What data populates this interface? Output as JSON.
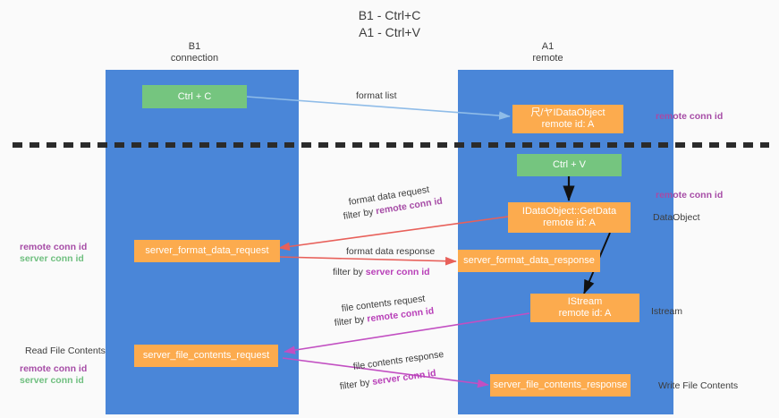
{
  "title": "B1 - Ctrl+C\nA1 - Ctrl+V",
  "colors": {
    "lane": "#4a86d8",
    "node_orange": "#fcab4e",
    "node_green": "#75c57f",
    "divider": "#2b2b2b",
    "arrow_blue": "#8fbce8",
    "arrow_red": "#e8605a",
    "arrow_magenta": "#c24fc2",
    "arrow_black": "#111111",
    "text_purple": "#a64ca6",
    "text_green": "#6fbf7f",
    "background": "#fafafa"
  },
  "lanes": [
    {
      "id": "b1",
      "header": "B1\nconnection"
    },
    {
      "id": "a1",
      "header": "A1\nremote"
    }
  ],
  "nodes": [
    {
      "id": "ctrl-c",
      "lane": "b1",
      "style": "green",
      "line1": "Ctrl + C",
      "line2": ""
    },
    {
      "id": "idataobject",
      "lane": "a1",
      "style": "orange",
      "line1": "尺/ヤIDataObject",
      "line2": "remote id: A"
    },
    {
      "id": "ctrl-v",
      "lane": "a1",
      "style": "green",
      "line1": "Ctrl + V",
      "line2": ""
    },
    {
      "id": "idataobject-getdata",
      "lane": "a1",
      "style": "orange",
      "line1": "IDataObject::GetData",
      "line2": "remote id: A"
    },
    {
      "id": "server-format-data-request",
      "lane": "b1",
      "style": "orange",
      "line1": "server_format_data_request",
      "line2": ""
    },
    {
      "id": "server-format-data-response",
      "lane": "a1",
      "style": "orange",
      "line1": "server_format_data_response",
      "line2": ""
    },
    {
      "id": "istream",
      "lane": "a1",
      "style": "orange",
      "line1": "IStream",
      "line2": "remote id: A"
    },
    {
      "id": "server-file-contents-request",
      "lane": "b1",
      "style": "orange",
      "line1": "server_file_contents_request",
      "line2": ""
    },
    {
      "id": "server-file-contents-response",
      "lane": "a1",
      "style": "orange",
      "line1": "server_file_contents_response",
      "line2": ""
    }
  ],
  "edge_labels": {
    "format_list": "format list",
    "format_data_request": "format data request",
    "format_data_request_filter_prefix": "filter by ",
    "format_data_request_filter_key": "remote conn id",
    "format_data_response": "format data response",
    "format_data_response_filter_prefix": "filter by ",
    "format_data_response_filter_key": "server conn id",
    "file_contents_request": "file contents request",
    "file_contents_request_filter_prefix": "filter by ",
    "file_contents_request_filter_key": "remote conn id",
    "file_contents_response": "file contents response",
    "file_contents_response_filter_prefix": "filter by ",
    "file_contents_response_filter_key": "server conn id"
  },
  "annotations": {
    "right_remote_conn_id_top": "remote conn id",
    "right_remote_conn_id_mid": "remote conn id",
    "right_dataobject": "DataObject",
    "right_istream": "Istream",
    "right_write_file_contents": "Write File Contents",
    "left_remote_conn_id_mid": "remote conn id",
    "left_server_conn_id_mid": "server conn id",
    "left_read_file_contents": "Read File Contents",
    "left_remote_conn_id_bottom": "remote conn id",
    "left_server_conn_id_bottom": "server conn id"
  }
}
